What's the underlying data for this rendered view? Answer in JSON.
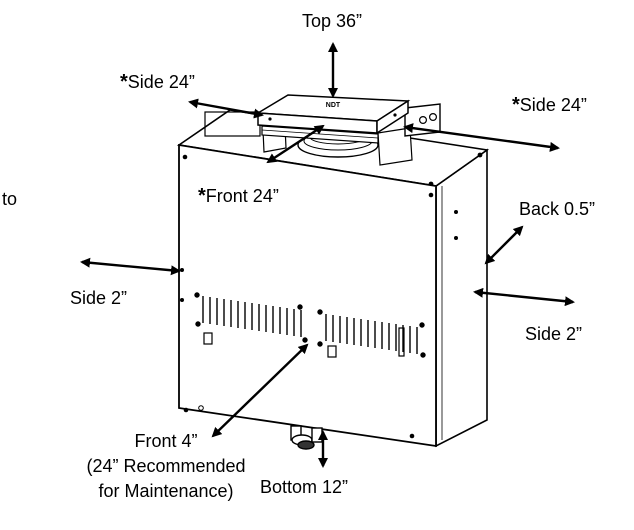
{
  "labels": {
    "top": "Top 36”",
    "side_left_top_star": "*",
    "side_left_top": "Side 24”",
    "side_right_top_star": "*",
    "side_right_top": "Side 24”",
    "front_top_star": "*",
    "front_top": "Front 24”",
    "back": "Back 0.5”",
    "side_left": "Side 2”",
    "side_right": "Side 2”",
    "front_bottom_1": "Front 4”",
    "front_bottom_2": "(24” Recommended",
    "front_bottom_3": "for Maintenance)",
    "bottom": "Bottom 12”",
    "cut_off_text": "to",
    "unit_stamp": "NDT"
  }
}
